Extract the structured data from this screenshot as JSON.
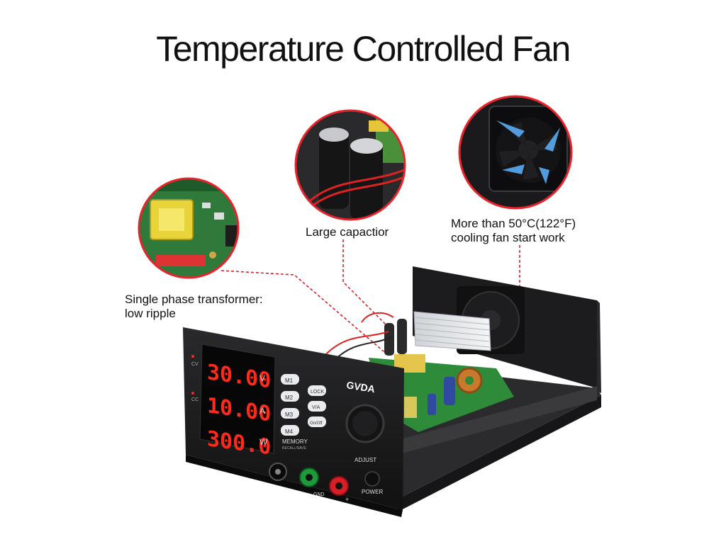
{
  "title": "Temperature Controlled Fan",
  "callouts": {
    "transformer": {
      "line1": "Single phase transformer:",
      "line2": "low ripple"
    },
    "capacitor": {
      "line1": "Large capactior"
    },
    "fan": {
      "line1": "More than 50°C(122°F)",
      "line2": "cooling fan start work"
    }
  },
  "device": {
    "brand": "GVDA",
    "display": {
      "voltage": "30.00",
      "current": "10.00",
      "power": "300.0",
      "voltage_label": "CV",
      "current_label": "CC",
      "voltage_unit": "V",
      "current_unit": "A",
      "power_unit": "W"
    },
    "memory_buttons": [
      "M1",
      "M2",
      "M3",
      "M4"
    ],
    "function_buttons": [
      "LOCK",
      "V/A",
      "On/Off"
    ],
    "memory_label": "MEMORY",
    "memory_sub": "RECALL/SAVE",
    "adjust_label": "ADJUST",
    "power_label": "POWER",
    "gnd_label": "GND",
    "plus_label": "+"
  },
  "colors": {
    "accent_red": "#e8232b",
    "led_red": "#ff2a1a",
    "pcb_green": "#2e8b3a",
    "chassis": "#1a1a1c"
  }
}
